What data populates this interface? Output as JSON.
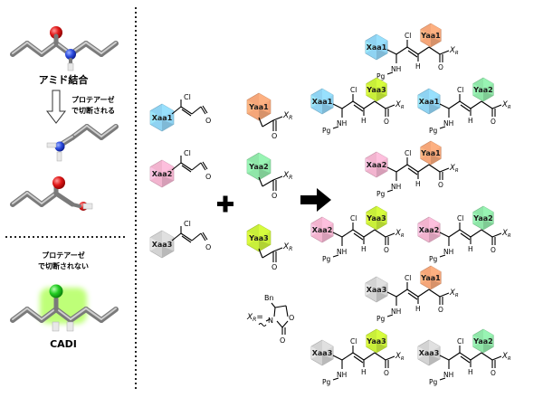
{
  "left_panel": {
    "amide_label": "アミド結合",
    "protease_cleaved_label": [
      "プロテアーゼ",
      "で切断される"
    ],
    "protease_resistant_label": [
      "プロテアーゼ",
      "で切断されない"
    ],
    "cadi_label": "CADI"
  },
  "reagents": {
    "aldehydes": [
      {
        "label": "Xaa1",
        "color": "#8fd3f2"
      },
      {
        "label": "Xaa2",
        "color": "#f2b4cf"
      },
      {
        "label": "Xaa3",
        "color": "#d3d3d3"
      }
    ],
    "acyl": [
      {
        "label": "Yaa1",
        "color": "#f5a679"
      },
      {
        "label": "Yaa2",
        "color": "#8fe6a8"
      },
      {
        "label": "Yaa3",
        "color": "#c9ef3a"
      }
    ],
    "chlorine": "Cl",
    "oxygen": "O",
    "xr_symbol": "X",
    "xr_sub": "R",
    "xr_def_prefix": "X",
    "xr_def_sub": "R",
    "xr_def_eq": "=",
    "bn": "Bn",
    "n_atom": "N",
    "plus": "+"
  },
  "products": [
    {
      "xaa": "Xaa1",
      "yaa": "Yaa1"
    },
    {
      "xaa": "Xaa1",
      "yaa": "Yaa3"
    },
    {
      "xaa": "Xaa1",
      "yaa": "Yaa2"
    },
    {
      "xaa": "Xaa2",
      "yaa": "Yaa1"
    },
    {
      "xaa": "Xaa2",
      "yaa": "Yaa3"
    },
    {
      "xaa": "Xaa2",
      "yaa": "Yaa2"
    },
    {
      "xaa": "Xaa3",
      "yaa": "Yaa1"
    },
    {
      "xaa": "Xaa3",
      "yaa": "Yaa3"
    },
    {
      "xaa": "Xaa3",
      "yaa": "Yaa2"
    }
  ],
  "product_atoms": {
    "pg": "Pg",
    "nh": "NH",
    "h": "H",
    "cl": "Cl",
    "o": "O",
    "x": "X",
    "r": "R"
  }
}
